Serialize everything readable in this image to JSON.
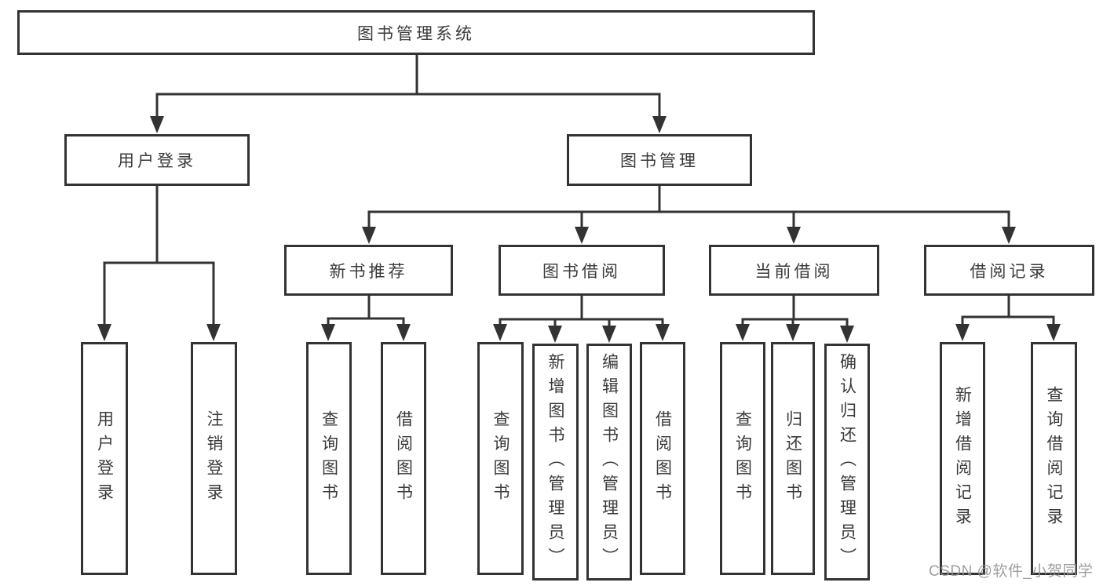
{
  "tree": {
    "label": "图书管理系统",
    "children": [
      {
        "label": "用户登录",
        "children": [
          {
            "label": "用户登录"
          },
          {
            "label": "注销登录"
          }
        ]
      },
      {
        "label": "图书管理",
        "children": [
          {
            "label": "新书推荐",
            "children": [
              {
                "label": "查询图书"
              },
              {
                "label": "借阅图书"
              }
            ]
          },
          {
            "label": "图书借阅",
            "children": [
              {
                "label": "查询图书"
              },
              {
                "label": "新增图书（管理员）"
              },
              {
                "label": "编辑图书（管理员）"
              },
              {
                "label": "借阅图书"
              }
            ]
          },
          {
            "label": "当前借阅",
            "children": [
              {
                "label": "查询图书"
              },
              {
                "label": "归还图书"
              },
              {
                "label": "确认归还（管理员）"
              }
            ]
          },
          {
            "label": "借阅记录",
            "children": [
              {
                "label": "新增借阅记录"
              },
              {
                "label": "查询借阅记录"
              }
            ]
          }
        ]
      }
    ]
  },
  "watermark": {
    "text": "CSDN @软件_小贺同学"
  },
  "colors": {
    "line": "#333333",
    "box_border": "#333333",
    "box_fill": "#ffffff",
    "text": "#3a3a3a",
    "watermark": "#96969a"
  }
}
